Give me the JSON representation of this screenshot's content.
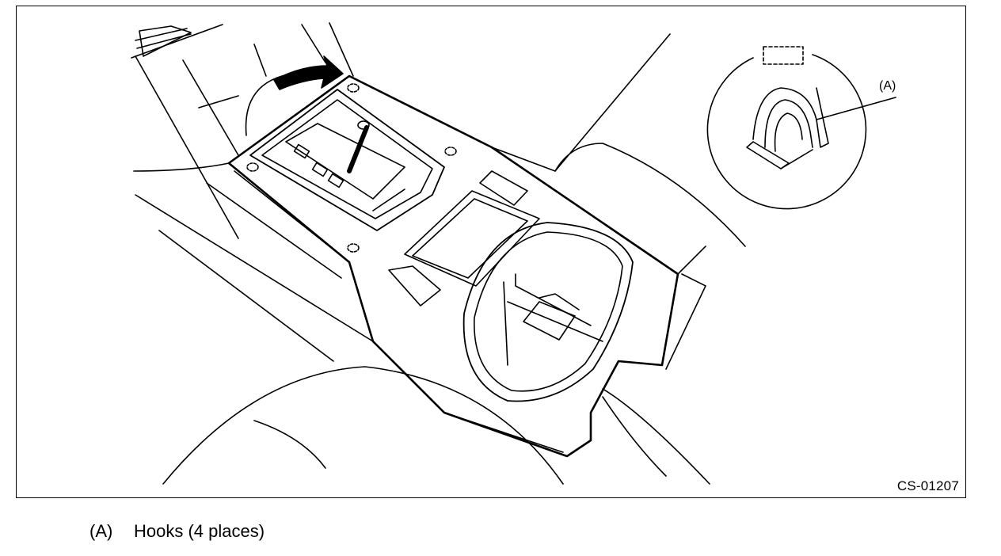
{
  "figure": {
    "code": "CS-01207",
    "callout_label": "(A)"
  },
  "legend": {
    "key": "(A)",
    "text": "Hooks (4 places)"
  }
}
